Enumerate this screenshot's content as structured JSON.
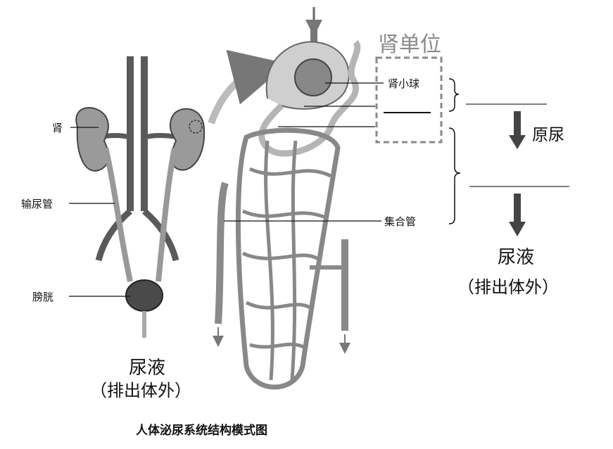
{
  "labels": {
    "kidney": "肾",
    "ureter": "输尿管",
    "bladder": "膀胱",
    "nephron": "肾单位",
    "glomerulus": "肾小球",
    "collecting_duct": "集合管",
    "urine_left_line1": "尿液",
    "urine_left_line2": "（排出体外）",
    "primary_urine": "原尿",
    "urine_right_line1": "尿液",
    "urine_right_line2": "（排出体外）",
    "caption": "人体泌尿系统结构模式图"
  },
  "colors": {
    "nephron_box": "#8a8a8a",
    "arrow": "#444444",
    "organ_fill": "#9a9a9a",
    "vessel": "#5a5a5a"
  }
}
